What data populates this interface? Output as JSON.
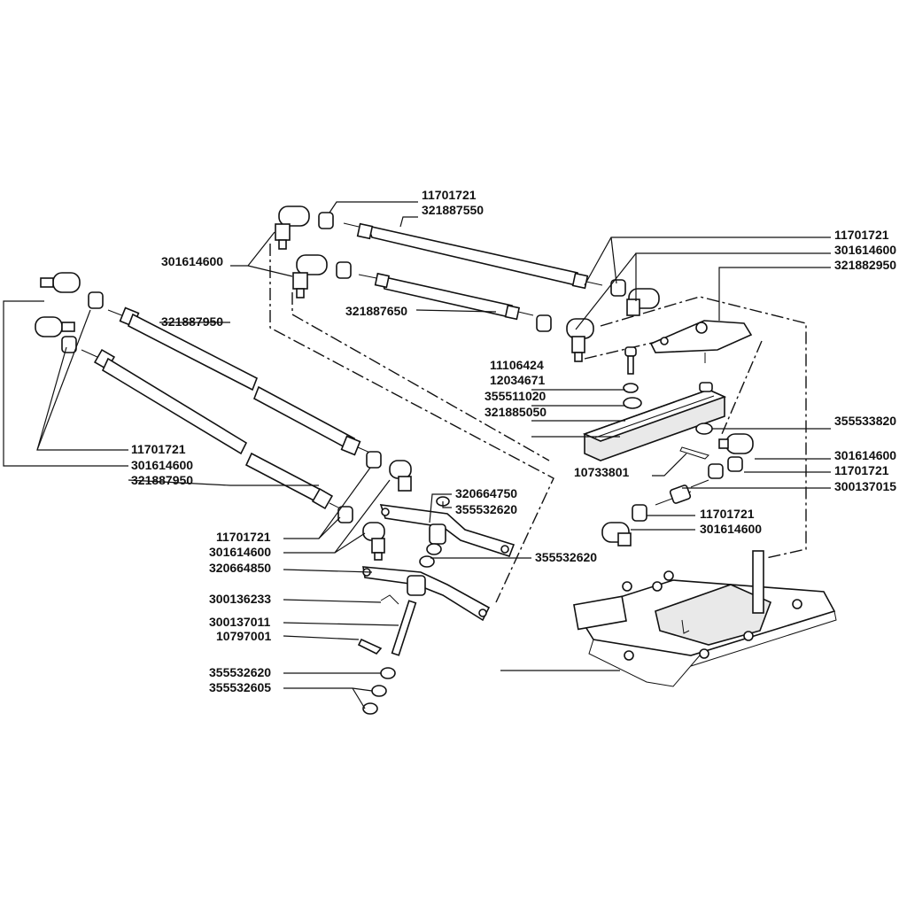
{
  "colors": {
    "ink": "#111111",
    "paper": "#ffffff"
  },
  "labels": {
    "l01": "11701721",
    "l02": "321887550",
    "l03": "301614600",
    "l04": "321887650",
    "l05": "11701721",
    "l06": "301614600",
    "l07": "321882950",
    "l08": "321887950",
    "l09": "11106424",
    "l10": "12034671",
    "l11": "355511020",
    "l12": "321885050",
    "l13": "355533820",
    "l14": "301614600",
    "l15": "11701721",
    "l16": "300137015",
    "l17": "10733801",
    "l18": "11701721",
    "l19": "301614600",
    "l20": "11701721",
    "l21": "301614600",
    "l22": "321887950",
    "l23": "320664750",
    "l24": "355532620",
    "l25": "11701721",
    "l26": "301614600",
    "l27": "320664850",
    "l28": "355532620",
    "l29": "300136233",
    "l30": "300137011",
    "l31": "10797001",
    "l32": "355532620",
    "l33": "355532605"
  }
}
